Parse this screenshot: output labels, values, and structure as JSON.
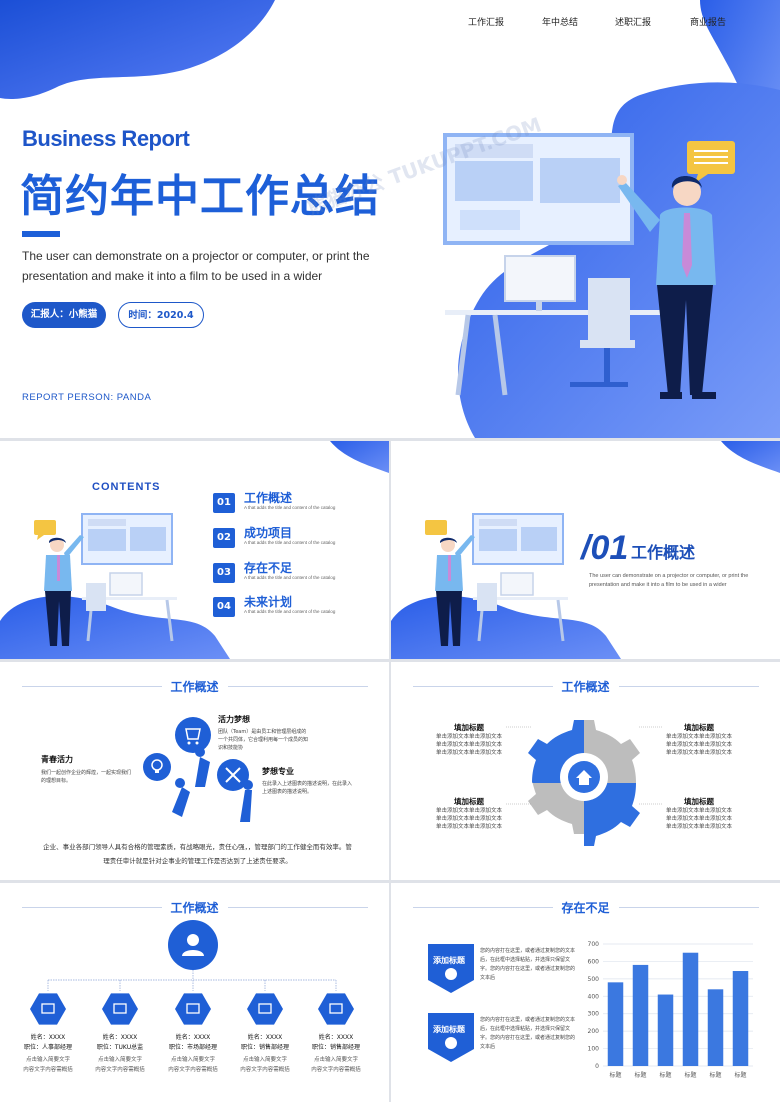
{
  "nav": [
    "工作汇报",
    "年中总结",
    "述职汇报",
    "商业报告"
  ],
  "main": {
    "eng_title": "Business Report",
    "cn_title": "简约年中工作总结",
    "desc": "The user can demonstrate on a projector or computer, or print the presentation and make it into a film to be used in a wider",
    "reporter_pill": "汇报人：小熊猫",
    "time_pill": "时间：2020.4",
    "report_person": "REPORT PERSON: PANDA",
    "watermark": "熊猫办公 TUKUPPT.COM"
  },
  "contents": {
    "heading": "CONTENTS",
    "items": [
      {
        "num": "01",
        "title": "工作概述",
        "sub": "A that adds the title and content of the catalog"
      },
      {
        "num": "02",
        "title": "成功项目",
        "sub": "A that adds the title and content of the catalog"
      },
      {
        "num": "03",
        "title": "存在不足",
        "sub": "A that adds the title and content of the catalog"
      },
      {
        "num": "04",
        "title": "未来计划",
        "sub": "A that adds the title and content of the catalog"
      }
    ]
  },
  "section": {
    "num": "/01",
    "title": "工作概述",
    "desc": "The user can demonstrate on a projector or computer, or print the presentation and make it into a film to be used in a wider"
  },
  "overview1": {
    "header": "工作概述",
    "vitality_title": "活力梦想",
    "vitality_text": "团队（Team）是由员工和管理层组成的一个共同体，它合理利用每一个成员的知识和技能协",
    "youth_title": "青春活力",
    "youth_text": "我们一起创作企业的辉煌，一起实现我们的理想目标。",
    "dream_title": "梦想专业",
    "dream_text": "在此录入上述图表的描述说明，在此录入上述图表的描述说明。",
    "bottom_text": "企业、事业各部门领导人具有合格的管理素质，有战略眼光，责任心强，，管理部门的工作健全而有效率。管理责任审计就是针对企事业的管理工作是否达到了上述责任要求。"
  },
  "overview2": {
    "header": "工作概述",
    "blocks": [
      {
        "title": "填加标题",
        "lines": [
          "单击添加文本单击添加文本",
          "单击添加文本单击添加文本",
          "单击添加文本单击添加文本"
        ]
      },
      {
        "title": "填加标题",
        "lines": [
          "单击添加文本单击添加文本",
          "单击添加文本单击添加文本",
          "单击添加文本单击添加文本"
        ]
      },
      {
        "title": "填加标题",
        "lines": [
          "单击添加文本单击添加文本",
          "单击添加文本单击添加文本",
          "单击添加文本单击添加文本"
        ]
      },
      {
        "title": "填加标题",
        "lines": [
          "单击添加文本单击添加文本",
          "单击添加文本单击添加文本",
          "单击添加文本单击添加文本"
        ]
      }
    ]
  },
  "overview3": {
    "header": "工作概述",
    "people": [
      {
        "name": "姓名：XXXX",
        "role": "职位：人事部经理",
        "l1": "点击输入简要文字",
        "l2": "内容文字内容需概括"
      },
      {
        "name": "姓名：XXXX",
        "role": "职位：TUKU总监",
        "l1": "点击输入简要文字",
        "l2": "内容文字内容需概括"
      },
      {
        "name": "姓名：XXXX",
        "role": "职位：市场部经理",
        "l1": "点击输入简要文字",
        "l2": "内容文字内容需概括"
      },
      {
        "name": "姓名：XXXX",
        "role": "职位：销售部经理",
        "l1": "点击输入简要文字",
        "l2": "内容文字内容需概括"
      },
      {
        "name": "姓名：XXXX",
        "role": "职位：销售部经理",
        "l1": "点击输入简要文字",
        "l2": "内容文字内容需概括"
      }
    ]
  },
  "gaps": {
    "header": "存在不足",
    "badges": [
      {
        "label": "添加标题",
        "text": "您的内容打在这里，或者通过复制您的文本后，在此框中选择粘贴，并选择只保留文字。您的内容打在这里，或者通过复制您的文本后"
      },
      {
        "label": "添加标题",
        "text": "您的内容打在这里，或者通过复制您的文本后，在此框中选择粘贴，并选择只保留文字。您的内容打在这里，或者通过复制您的文本后"
      }
    ]
  },
  "chart_data": {
    "type": "bar",
    "categories": [
      "标题",
      "标题",
      "标题",
      "标题",
      "标题",
      "标题"
    ],
    "values": [
      480,
      580,
      410,
      650,
      440,
      545
    ],
    "ylim": [
      0,
      700
    ],
    "yticks": [
      0,
      100,
      200,
      300,
      400,
      500,
      600,
      700
    ],
    "grid": true,
    "color": "#3b78e0"
  },
  "colors": {
    "accent": "#1f5fd6",
    "accent_light": "#4a8af4",
    "bg": "#ffffff"
  }
}
